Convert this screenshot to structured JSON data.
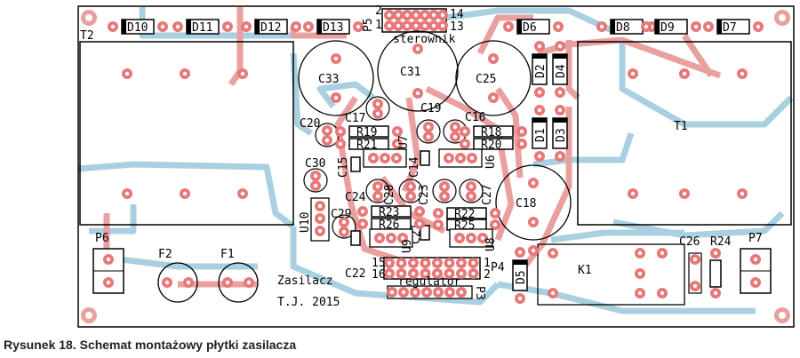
{
  "caption": "Rysunek 18. Schemat montażowy płytki zasilacza",
  "colors": {
    "trace_bottom": "#a9d0e0",
    "trace_top": "#eba0a0",
    "pad": "#e87878",
    "outline": "#000000"
  },
  "board": {
    "title": "Zasilacz",
    "author": "T.J. 2015",
    "connector_steering": "sterownik",
    "connector_regulator": "regulator"
  },
  "labels": {
    "T1": "T1",
    "T2": "T2",
    "P5": "P5",
    "P4": "P4",
    "P3": "P3",
    "P6": "P6",
    "P7": "P7",
    "K1": "K1",
    "F1": "F1",
    "F2": "F2",
    "D1": "D1",
    "D2": "D2",
    "D3": "D3",
    "D4": "D4",
    "D5": "D5",
    "D6": "D6",
    "D7": "D7",
    "D8": "D8",
    "D9": "D9",
    "D10": "D10",
    "D11": "D11",
    "D12": "D12",
    "D13": "D13",
    "C14": "C14",
    "C15": "C15",
    "C16": "C16",
    "C17": "C17",
    "C18": "C18",
    "C19": "C19",
    "C20": "C20",
    "C21": "C21",
    "C22": "C22",
    "C23": "C23",
    "C24": "C24",
    "C25": "C25",
    "C26": "C26",
    "C27": "C27",
    "C28": "C28",
    "C29": "C29",
    "C30": "C30",
    "C31": "C31",
    "C33": "C33",
    "R18": "R18",
    "R19": "R19",
    "R20": "R20",
    "R21": "R21",
    "R22": "R22",
    "R23": "R23",
    "R24": "R24",
    "R25": "R25",
    "R26": "R26",
    "U6": "U6",
    "U7": "U7",
    "U8": "U8",
    "U9": "U9",
    "U10": "U10",
    "pin_p5_2": "2",
    "pin_p5_1": "1",
    "pin_p5_14": "14",
    "pin_p5_13": "13",
    "pin_p4_15": "15",
    "pin_p4_16": "16",
    "pin_p4_1": "1",
    "pin_p4_2": "2"
  }
}
